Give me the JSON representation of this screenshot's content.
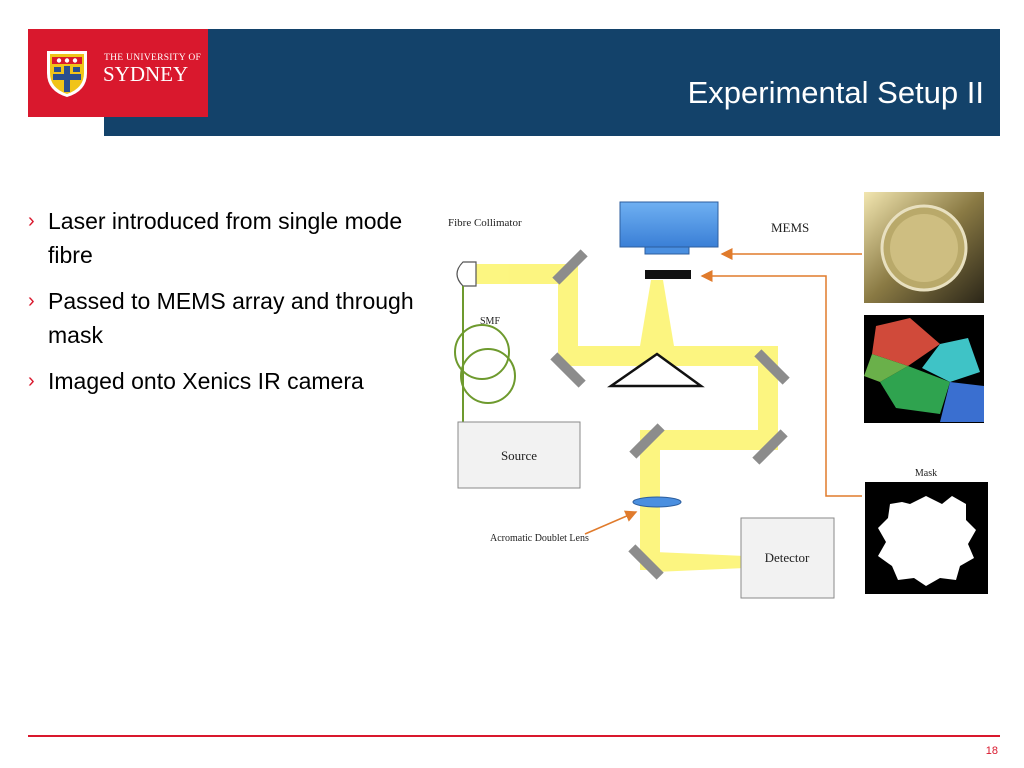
{
  "header": {
    "title": "Experimental Setup II",
    "background_color": "#13426a",
    "logo": {
      "line1": "THE UNIVERSITY OF",
      "line2": "SYDNEY",
      "background_color": "#d9182d"
    }
  },
  "bullets": [
    "Laser introduced from single mode fibre",
    "Passed to MEMS array and through mask",
    "Imaged onto Xenics IR camera"
  ],
  "diagram": {
    "labels": {
      "fibre_collimator": "Fibre Collimator",
      "smf": "SMF",
      "source": "Source",
      "mems": "MEMS",
      "mask": "Mask",
      "detector": "Detector",
      "lens": "Acromatic Doublet Lens"
    },
    "colors": {
      "beam": "#fcf57a",
      "arrow": "#e07b2c",
      "mirror": "#8c8c8c",
      "fibre": "#6e9a2e",
      "mems_device": "#4a8fe0"
    }
  },
  "footer": {
    "page_number": "18",
    "rule_color": "#d9182d"
  }
}
